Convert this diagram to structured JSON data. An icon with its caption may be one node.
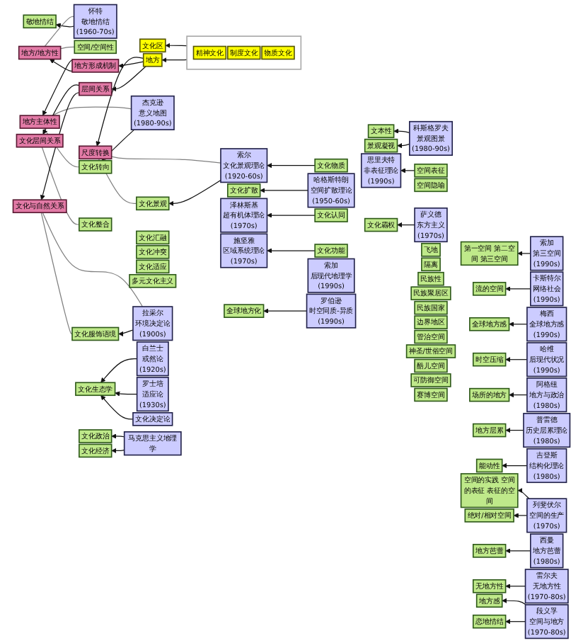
{
  "diagram": {
    "nodes": [
      {
        "text": [
          "第一空间 第二空间 第三空间"
        ]
      },
      {
        "text": [
          "索加",
          "第三空间",
          "(1990s)"
        ]
      },
      {
        "text": [
          "流的空间"
        ]
      },
      {
        "text": [
          "卡斯特尔",
          "网络社会",
          "(1990s)"
        ]
      },
      {
        "text": [
          "全球地方感"
        ]
      },
      {
        "text": [
          "梅西",
          "全球地方感",
          "(1990s)"
        ]
      },
      {
        "text": [
          "时空压缩"
        ]
      },
      {
        "text": [
          "哈维",
          "后现代状况",
          "(1990s)"
        ]
      },
      {
        "text": [
          "场所的地方"
        ]
      },
      {
        "text": [
          "阿格纽",
          "地方与政治",
          "(1980s)"
        ]
      },
      {
        "text": [
          "地方层累"
        ]
      },
      {
        "text": [
          "普雷德",
          "历史层累理论",
          "(1980s)"
        ]
      },
      {
        "text": [
          "能动性"
        ]
      },
      {
        "text": [
          "吉登斯",
          "结构化理论",
          "(1980s)"
        ]
      },
      {
        "text": [
          "绝对/相对空间"
        ]
      },
      {
        "text": [
          "空间的实践 空间的表征 表征的空间"
        ]
      },
      {
        "text": [
          "列斐伏尔",
          "空间的生产",
          "(1970s)"
        ]
      },
      {
        "text": [
          "地方芭蕾"
        ]
      },
      {
        "text": [
          "西曼",
          "地方芭蕾",
          "(1980s)"
        ]
      },
      {
        "text": [
          "无地方性"
        ]
      },
      {
        "text": [
          "雷尔夫",
          "无地方性",
          "(1970-80s)"
        ]
      },
      {
        "text": [
          "恋地情结"
        ]
      },
      {
        "text": [
          "地方感"
        ]
      },
      {
        "text": [
          "段义孚",
          "空间与地方",
          "(1970-80s)"
        ]
      },
      {
        "text": [
          "敬地情结"
        ]
      },
      {
        "text": [
          "怀特",
          "敬地情结",
          "(1960-70s)"
        ]
      },
      {
        "text": [
          "空间/空间性"
        ]
      },
      {
        "text": [
          "地方/地方性"
        ]
      },
      {
        "text": [
          "赛博空间"
        ]
      },
      {
        "text": [
          "可防御空间"
        ]
      },
      {
        "text": [
          "酷儿空间"
        ]
      },
      {
        "text": [
          "神圣/世俗空间"
        ]
      },
      {
        "text": [
          "管治空间"
        ]
      },
      {
        "text": [
          "边界地区"
        ]
      },
      {
        "text": [
          "民族国家"
        ]
      },
      {
        "text": [
          "民族聚居区"
        ]
      },
      {
        "text": [
          "民族性"
        ]
      },
      {
        "text": [
          "隔离"
        ]
      },
      {
        "text": [
          "飞地"
        ]
      },
      {
        "text": [
          "文化霸权"
        ]
      },
      {
        "text": [
          "萨义德",
          "东方主义",
          "(1970s)"
        ]
      },
      {
        "text": [
          "空间隐喻"
        ]
      },
      {
        "text": [
          "空间表征"
        ]
      },
      {
        "text": [
          "思里夫特",
          "非表征理论",
          "(1990s)"
        ]
      },
      {
        "text": [
          "景观凝视"
        ]
      },
      {
        "text": [
          "科斯格罗夫",
          "景观图景",
          "(1980-90s)"
        ]
      },
      {
        "text": [
          "文本性"
        ]
      },
      {
        "text": [
          "文化转向"
        ]
      },
      {
        "text": [
          "杰克逊",
          "意义地图",
          "(1980-90s)"
        ]
      },
      {
        "text": [
          "地方主体性"
        ]
      },
      {
        "text": [
          "全球地方化"
        ]
      },
      {
        "text": [
          "罗伯逊",
          "时空同质-异质",
          "(1990s)"
        ]
      },
      {
        "text": [
          "索加",
          "后现代地理学",
          "(1990s)"
        ]
      },
      {
        "text": [
          "文化功能"
        ]
      },
      {
        "text": [
          "施坚雅",
          "区域系统理论",
          "(1970s)"
        ]
      },
      {
        "text": [
          "文化认同"
        ]
      },
      {
        "text": [
          "泽林斯基",
          "超有机体理论",
          "(1970s)"
        ]
      },
      {
        "text": [
          "文化扩散"
        ]
      },
      {
        "text": [
          "哈格斯特朗",
          "空间扩散理论",
          "(1950-60s)"
        ]
      },
      {
        "text": [
          "文化物质"
        ]
      },
      {
        "text": [
          "索尔",
          "文化景观理论",
          "(1920-60s)"
        ]
      },
      {
        "text": [
          "文化景观"
        ]
      },
      {
        "text": [
          "尺度转换"
        ]
      },
      {
        "text": [
          "马克思主义地理学"
        ]
      },
      {
        "text": [
          "文化经济"
        ]
      },
      {
        "text": [
          "文化政治"
        ]
      },
      {
        "text": [
          "文化决定论"
        ]
      },
      {
        "text": [
          "罗士培",
          "适应论",
          "(1930s)"
        ]
      },
      {
        "text": [
          "文化生态学"
        ]
      },
      {
        "text": [
          "白兰士",
          "或然论",
          "(1920s)"
        ]
      },
      {
        "text": [
          "拉采尔",
          "环境决定论",
          "(1900s)"
        ]
      },
      {
        "text": [
          "文化服饰语境"
        ]
      },
      {
        "text": [
          "多元文化主义"
        ]
      },
      {
        "text": [
          "文化适应"
        ]
      },
      {
        "text": [
          "文化冲突"
        ]
      },
      {
        "text": [
          "文化汇融"
        ]
      },
      {
        "text": [
          "文化整合"
        ]
      },
      {
        "text": [
          "文化与自然关系"
        ]
      },
      {
        "text": [
          "文化层间关系"
        ]
      },
      {
        "text": [
          "层间关系"
        ]
      },
      {
        "text": [
          "地方形成机制"
        ]
      },
      {
        "text": [
          "地方"
        ]
      },
      {
        "text": [],
        "shape": "box"
      },
      {
        "text": [
          "精神文化"
        ],
        "in": 82
      },
      {
        "text": [
          "制度文化"
        ],
        "in": 82
      },
      {
        "text": [
          "物质文化"
        ],
        "in": 82
      },
      {
        "text": [
          "文化区"
        ]
      }
    ],
    "edges": [
      {
        "from": 1,
        "to": 0,
        "arrow": "to"
      },
      {
        "from": 3,
        "to": 2,
        "arrow": "to"
      },
      {
        "from": 5,
        "to": 4,
        "arrow": "to"
      },
      {
        "from": 7,
        "to": 6,
        "arrow": "to"
      },
      {
        "from": 9,
        "to": 8,
        "arrow": "to"
      },
      {
        "from": 11,
        "to": 10,
        "arrow": "to"
      },
      {
        "from": 13,
        "to": 12,
        "arrow": "to"
      },
      {
        "from": 16,
        "to": 14,
        "arrow": "to"
      },
      {
        "from": 16,
        "to": 15,
        "arrow": "to"
      },
      {
        "from": 18,
        "to": 17,
        "arrow": "to"
      },
      {
        "from": 20,
        "to": 19,
        "arrow": "to"
      },
      {
        "from": 23,
        "to": 21,
        "arrow": "to"
      },
      {
        "from": 23,
        "to": 22,
        "arrow": "to"
      },
      {
        "from": 25,
        "to": 24,
        "arrow": "to"
      },
      {
        "from": 26,
        "to": 27,
        "arrow": "none",
        "color": "#808080"
      },
      {
        "from": 25,
        "to": 27,
        "arrow": "none",
        "color": "#808080"
      },
      {
        "from": 40,
        "to": 39,
        "arrow": "to"
      },
      {
        "from": 42,
        "to": 43,
        "arrow": "to"
      },
      {
        "from": 45,
        "to": 44,
        "arrow": "to"
      },
      {
        "from": 45,
        "to": 46,
        "arrow": "to"
      },
      {
        "from": 48,
        "to": 47,
        "arrow": "to"
      },
      {
        "from": 47,
        "to": 49,
        "arrow": "none",
        "color": "#808080"
      },
      {
        "from": 48,
        "to": 49,
        "arrow": "none",
        "color": "#808080"
      },
      {
        "from": 51,
        "to": 50,
        "arrow": "to"
      },
      {
        "from": 53,
        "to": 54,
        "arrow": "to"
      },
      {
        "from": 55,
        "to": 56,
        "arrow": "to"
      },
      {
        "from": 58,
        "to": 57,
        "arrow": "to"
      },
      {
        "from": 59,
        "to": 60,
        "arrow": "to"
      },
      {
        "from": 60,
        "to": 61,
        "arrow": "to"
      },
      {
        "from": 61,
        "to": 62,
        "arrow": "none",
        "color": "#808080"
      },
      {
        "from": 60,
        "to": 62,
        "arrow": "none",
        "color": "#808080"
      },
      {
        "from": 63,
        "to": 64,
        "arrow": "to"
      },
      {
        "from": 63,
        "to": 65,
        "arrow": "to"
      },
      {
        "from": 66,
        "to": 68,
        "arrow": "to"
      },
      {
        "from": 67,
        "to": 68,
        "arrow": "to"
      },
      {
        "from": 69,
        "to": 68,
        "arrow": "to"
      },
      {
        "from": 70,
        "to": 71,
        "arrow": "to"
      },
      {
        "from": 71,
        "to": 77,
        "arrow": "none",
        "color": "#808080"
      },
      {
        "from": 70,
        "to": 77,
        "arrow": "none",
        "color": "#808080"
      },
      {
        "from": 76,
        "to": 78,
        "arrow": "none",
        "color": "#808080"
      },
      {
        "from": 79,
        "to": 77,
        "arrow": "to"
      },
      {
        "from": 79,
        "to": 78,
        "arrow": "to"
      },
      {
        "from": 80,
        "to": 27,
        "arrow": "to"
      },
      {
        "from": 80,
        "to": 49,
        "arrow": "to"
      },
      {
        "from": 81,
        "to": 79,
        "arrow": "to"
      },
      {
        "from": 81,
        "to": 80,
        "arrow": "to"
      },
      {
        "from": 81,
        "to": 62,
        "arrow": "to"
      },
      {
        "from": 82,
        "to": 81,
        "arrow": "to"
      },
      {
        "from": 82,
        "to": 86,
        "arrow": "to"
      }
    ]
  }
}
